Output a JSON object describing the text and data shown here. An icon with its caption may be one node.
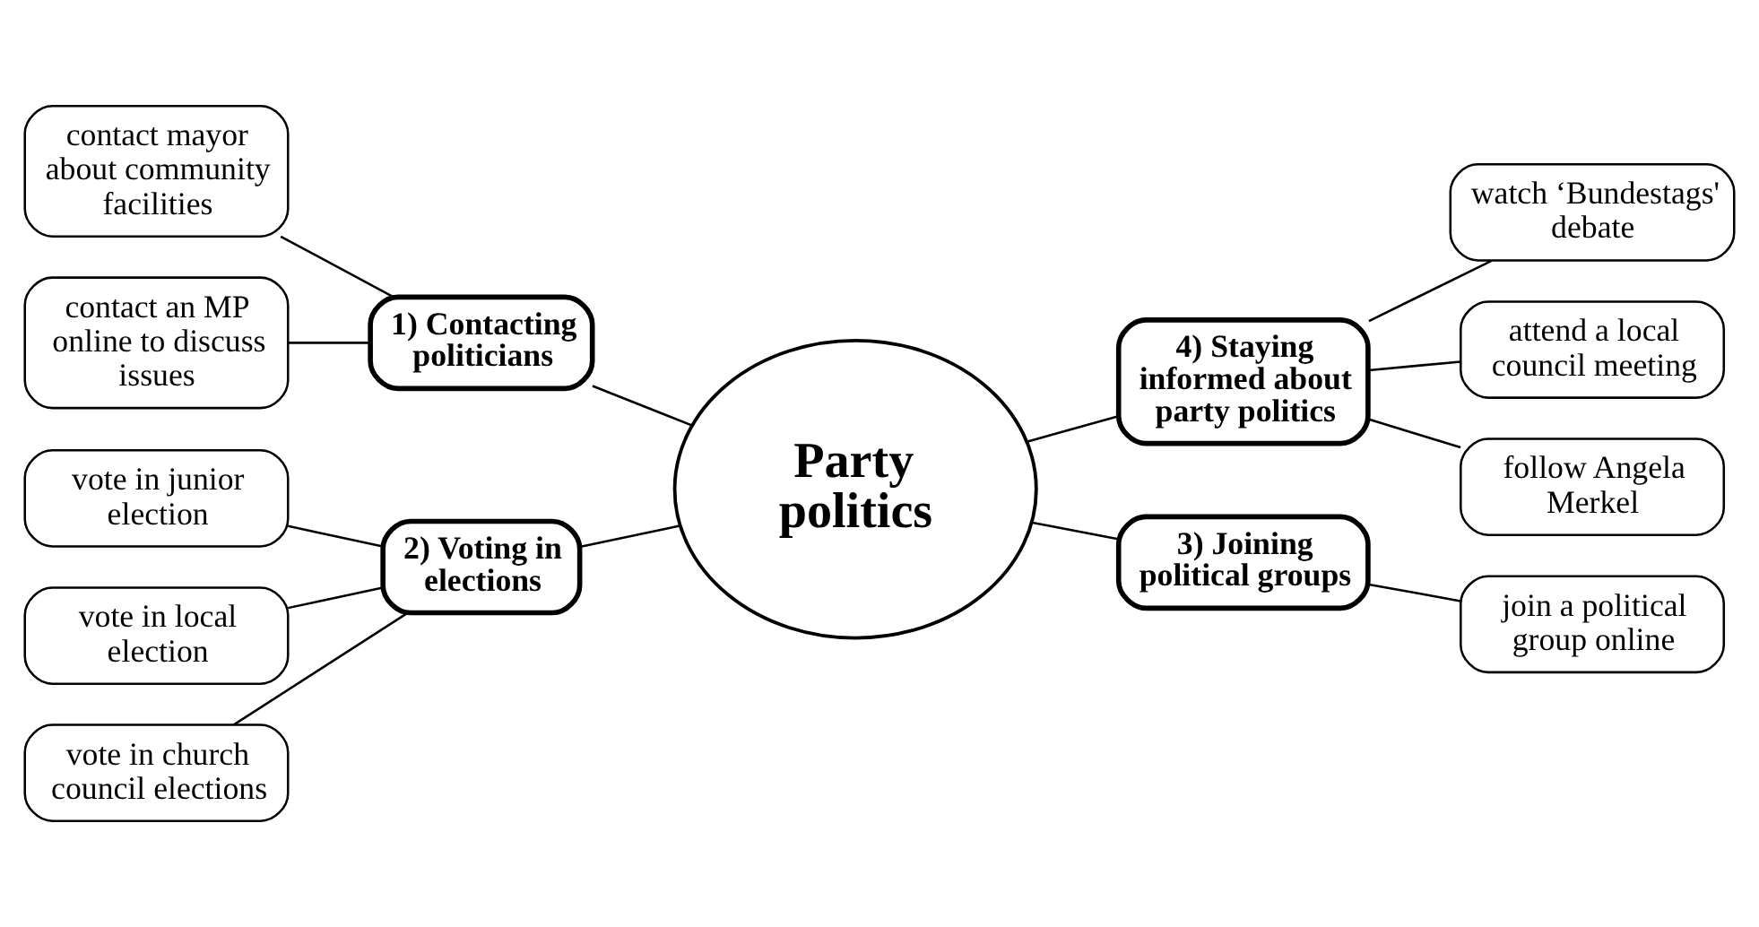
{
  "diagram": {
    "nodes": [
      {
        "text": [
          "Party politics"
        ]
      },
      {
        "text": [
          "1) Contacting politicians"
        ]
      },
      {
        "text": [
          "contact mayor about community facilities"
        ]
      },
      {
        "text": [
          "contact an MP online to discuss issues"
        ]
      },
      {
        "text": [
          "2) Voting in elections"
        ]
      },
      {
        "text": [
          "vote in junior election"
        ]
      },
      {
        "text": [
          "vote in local election"
        ]
      },
      {
        "text": [
          "vote in church council elections"
        ]
      },
      {
        "text": [
          "4) Staying informed about party politics"
        ]
      },
      {
        "text": [
          "watch ‘Bundestags' debate"
        ]
      },
      {
        "text": [
          "attend a local council meeting"
        ]
      },
      {
        "text": [
          "follow Angela Merkel"
        ]
      },
      {
        "text": [
          "3) Joining political groups"
        ]
      },
      {
        "text": [
          "join a political group online"
        ]
      }
    ],
    "edges": [
      {
        "from": 0,
        "to": 1,
        "arrow": "none"
      },
      {
        "from": 1,
        "to": 2,
        "arrow": "none"
      },
      {
        "from": 1,
        "to": 3,
        "arrow": "none"
      },
      {
        "from": 0,
        "to": 4,
        "arrow": "none"
      },
      {
        "from": 4,
        "to": 5,
        "arrow": "none"
      },
      {
        "from": 4,
        "to": 6,
        "arrow": "none"
      },
      {
        "from": 4,
        "to": 7,
        "arrow": "none"
      },
      {
        "from": 0,
        "to": 8,
        "arrow": "none"
      },
      {
        "from": 8,
        "to": 9,
        "arrow": "none"
      },
      {
        "from": 8,
        "to": 10,
        "arrow": "none"
      },
      {
        "from": 8,
        "to": 11,
        "arrow": "none"
      },
      {
        "from": 0,
        "to": 12,
        "arrow": "none"
      },
      {
        "from": 12,
        "to": 13,
        "arrow": "none"
      }
    ]
  }
}
